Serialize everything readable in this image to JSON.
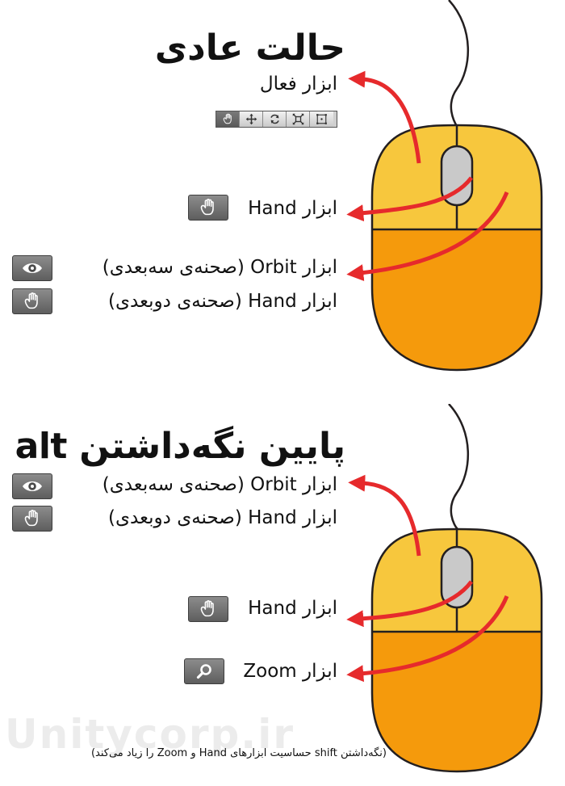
{
  "colors": {
    "mouse_upper": "#F7C73D",
    "mouse_lower": "#F59A0C",
    "mouse_outline": "#231F20",
    "wheel": "#C9C9C9",
    "arrow": "#E62A2C",
    "button_bg": "#6e6e6e"
  },
  "section_normal": {
    "title": "حالت عادی",
    "active_tool_label": "ابزار فعال",
    "toolbar_icons": [
      "hand-icon",
      "move-arrows-icon",
      "rotate-icon",
      "scale-icon",
      "rect-transform-icon"
    ],
    "toolbar_active_index": 0,
    "wheel_label": "ابزار Hand",
    "wheel_icon": "hand-icon",
    "right_label_1": "ابزار Orbit (صحنه‌ی سه‌بعدی)",
    "right_icon_1": "eye-icon",
    "right_label_2": "ابزار Hand (صحنه‌ی دوبعدی)",
    "right_icon_2": "hand-icon"
  },
  "section_alt": {
    "title": "پایین نگه‌داشتن alt",
    "left_label_1": "ابزار Orbit (صحنه‌ی سه‌بعدی)",
    "left_icon_1": "eye-icon",
    "left_label_2": "ابزار Hand (صحنه‌ی دوبعدی)",
    "left_icon_2": "hand-icon",
    "wheel_label": "ابزار Hand",
    "wheel_icon": "hand-icon",
    "right_label": "ابزار Zoom",
    "right_icon": "magnifier-icon"
  },
  "footer_note": "(نگه‌داشتن shift حساسیت ابزارهای Hand و Zoom را زیاد می‌کند)",
  "watermark": "Unitycorp.ir"
}
